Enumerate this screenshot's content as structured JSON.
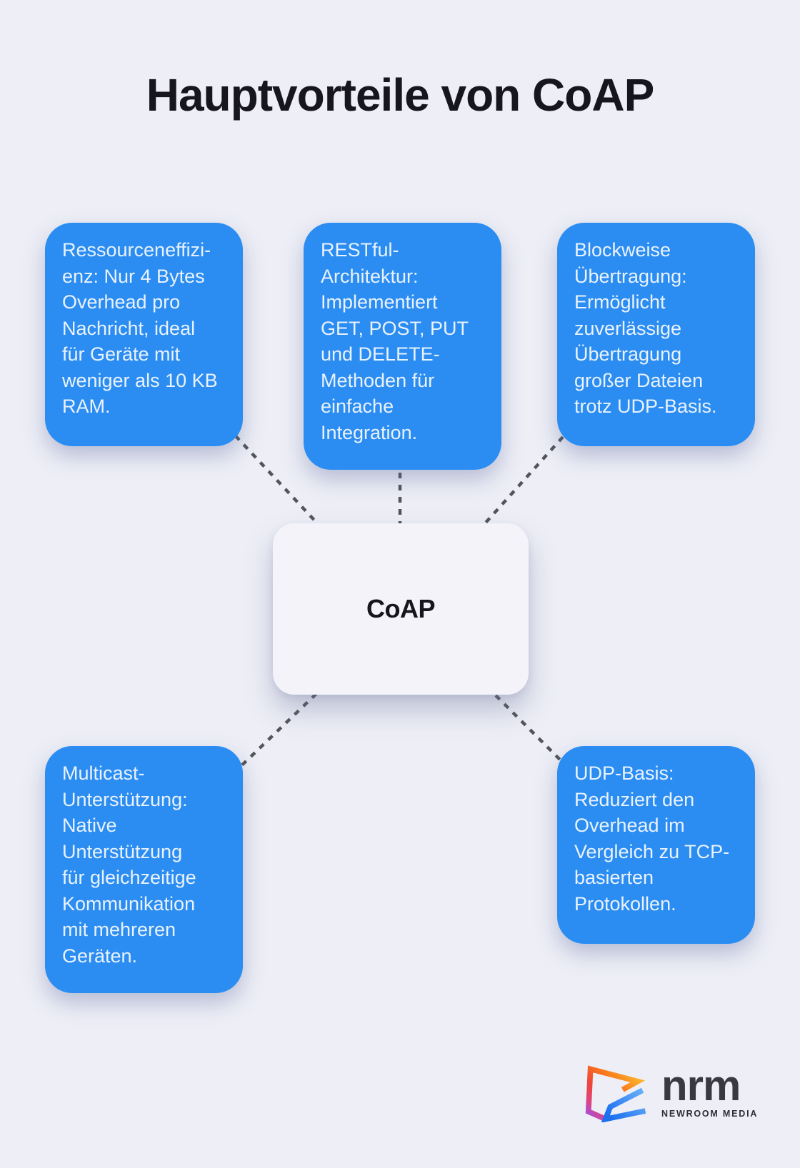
{
  "title": "Hauptvorteile von CoAP",
  "center": {
    "label": "CoAP"
  },
  "benefits": [
    {
      "id": "resource-efficiency",
      "text": "Ressourceneffizi-\nenz: Nur 4 Bytes\nOverhead pro\nNachricht, ideal\nfür Geräte mit\nweniger als 10 KB\nRAM."
    },
    {
      "id": "restful-architecture",
      "text": "RESTful-\nArchitektur:\nImplementiert\nGET, POST, PUT\nund DELETE-\nMethoden für\neinfache\nIntegration."
    },
    {
      "id": "blockwise-transfer",
      "text": "Blockweise\nÜbertragung:\nErmöglicht\nzuverlässige\nÜbertragung\ngroßer Dateien\ntrotz UDP-Basis."
    },
    {
      "id": "multicast-support",
      "text": "Multicast-\nUnterstützung:\nNative\nUnterstützung\nfür gleichzeitige\nKommunikation\nmit mehreren\nGeräten."
    },
    {
      "id": "udp-basis",
      "text": "UDP-Basis:\nReduziert den\nOverhead im\nVergleich zu TCP-\nbasierten\nProtokollen."
    }
  ],
  "logo": {
    "name": "nrm",
    "tagline": "NEWROOM MEDIA"
  },
  "colors": {
    "background": "#edeef6",
    "benefit_box": "#2b8df2",
    "benefit_text": "#e9f2fd",
    "center_box": "#f3f3f9",
    "title_text": "#17161c",
    "connector": "#54555a",
    "logo_orange": "#f97b1c",
    "logo_yellow": "#fcc02e",
    "logo_pink": "#e0447c",
    "logo_purple": "#a34fe0",
    "logo_blue": "#1d6ff0"
  }
}
